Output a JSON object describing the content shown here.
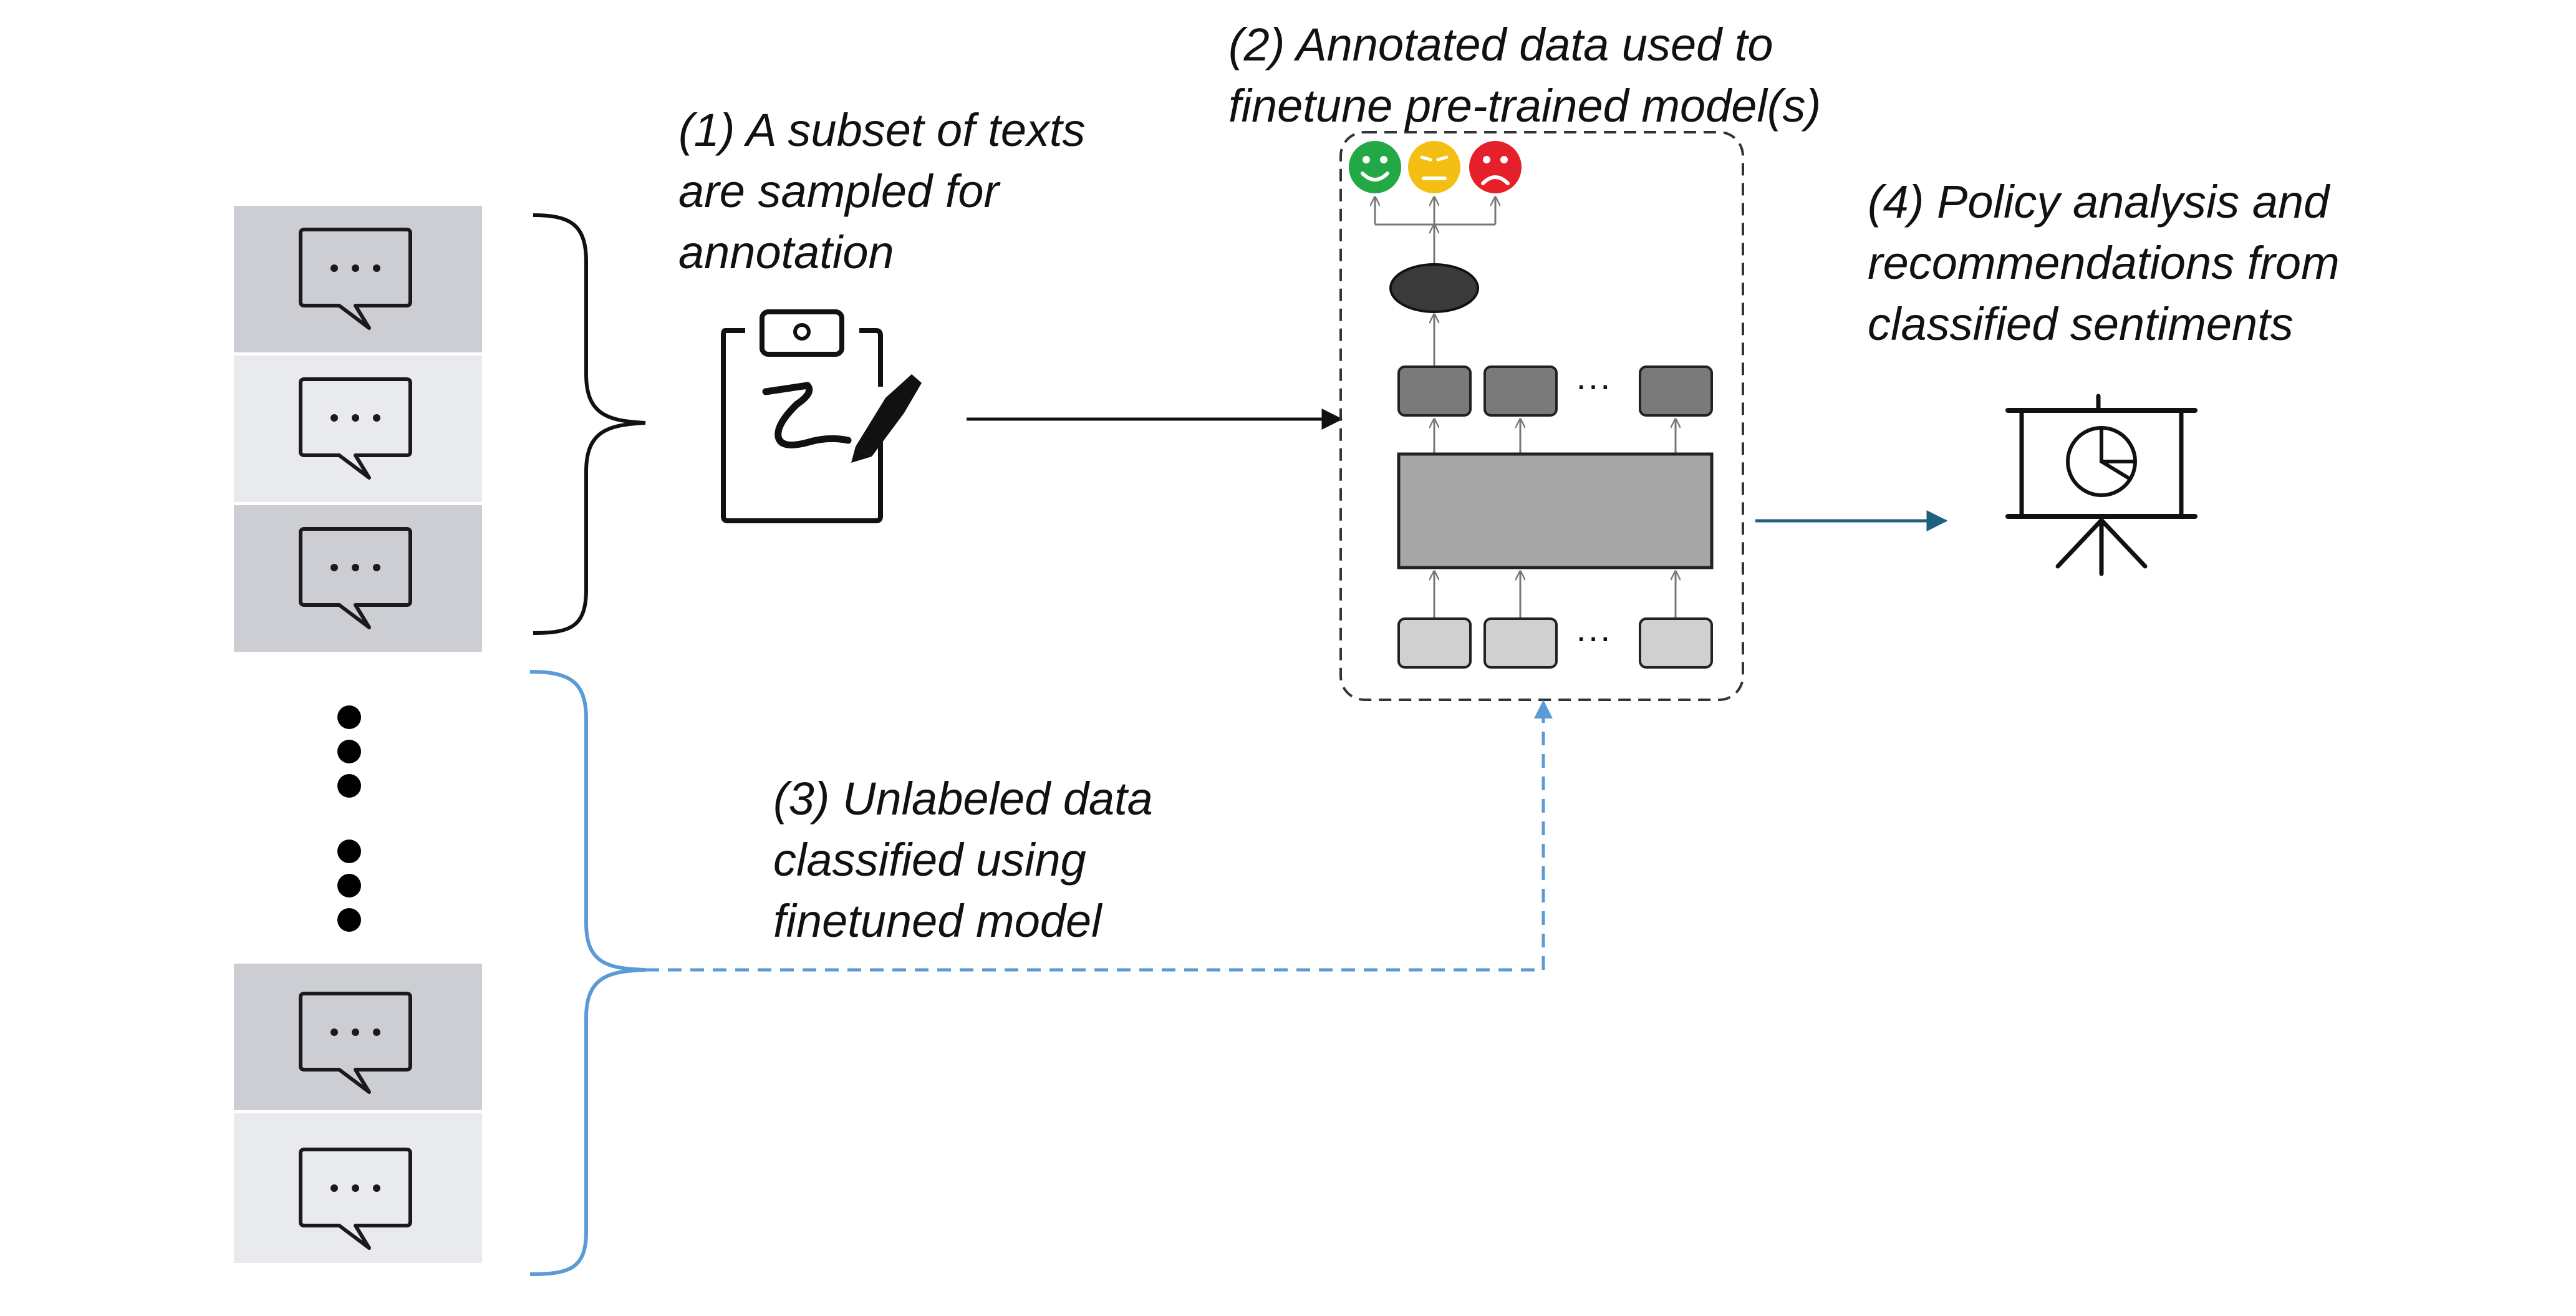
{
  "steps": {
    "step1": {
      "lines": [
        "(1) A subset of texts",
        "are sampled for",
        "annotation"
      ]
    },
    "step2": {
      "lines": [
        "(2) Annotated data used to",
        "finetune pre-trained model(s)"
      ]
    },
    "step3": {
      "lines": [
        "(3) Unlabeled data",
        "classified using",
        "finetuned model"
      ]
    },
    "step4": {
      "lines": [
        "(4) Policy analysis and",
        "recommendations from",
        "classified sentiments"
      ]
    }
  },
  "model": {
    "ellipsis": "···",
    "sentiments": [
      {
        "name": "positive",
        "color": "#22a845",
        "icon": "smiley-face-icon"
      },
      {
        "name": "neutral",
        "color": "#f4bf12",
        "icon": "neutral-face-icon"
      },
      {
        "name": "negative",
        "color": "#e5202a",
        "icon": "sad-face-icon"
      }
    ]
  },
  "colors": {
    "cell_dark": "#ccced3",
    "cell_light": "#e8eaed",
    "brace_blue": "#5b9bd5",
    "arrow_teal": "#1f5f7f",
    "token_dark": "#7a7a7a",
    "token_light": "#d0d0d0",
    "encoder": "#a6a6a6",
    "head": "#3a3a3a"
  },
  "icons": [
    "speech-bubble-icon",
    "clipboard-signature-icon",
    "presentation-chart-icon"
  ]
}
